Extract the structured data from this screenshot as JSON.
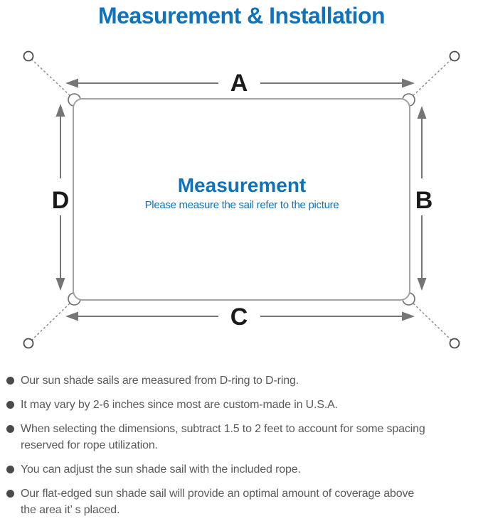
{
  "page": {
    "title": "Measurement & Installation"
  },
  "diagram": {
    "center": {
      "title": "Measurement",
      "subtitle": "Please measure the sail refer to the picture"
    },
    "edge_labels": {
      "top": "A",
      "right": "B",
      "bottom": "C",
      "left": "D"
    },
    "colors": {
      "accent_blue": "#1272b8",
      "arrow_gray": "#757575",
      "sail_border_gray": "#a3a3a3",
      "rope_gray": "#8a8a8a",
      "label_black": "#1a1a1a",
      "note_text_gray": "#5a5a5a"
    }
  },
  "notes": {
    "items": [
      "Our sun shade sails are measured from D-ring to D-ring.",
      "It may vary by 2-6 inches since most are custom-made in U.S.A.",
      "When selecting the dimensions, subtract 1.5 to 2 feet to account for some spacing\nreserved for rope utilization.",
      "You can adjust the sun shade sail with the included rope.",
      "Our flat-edged sun shade sail will provide an optimal amount of coverage above\nthe area it’ s placed."
    ]
  }
}
